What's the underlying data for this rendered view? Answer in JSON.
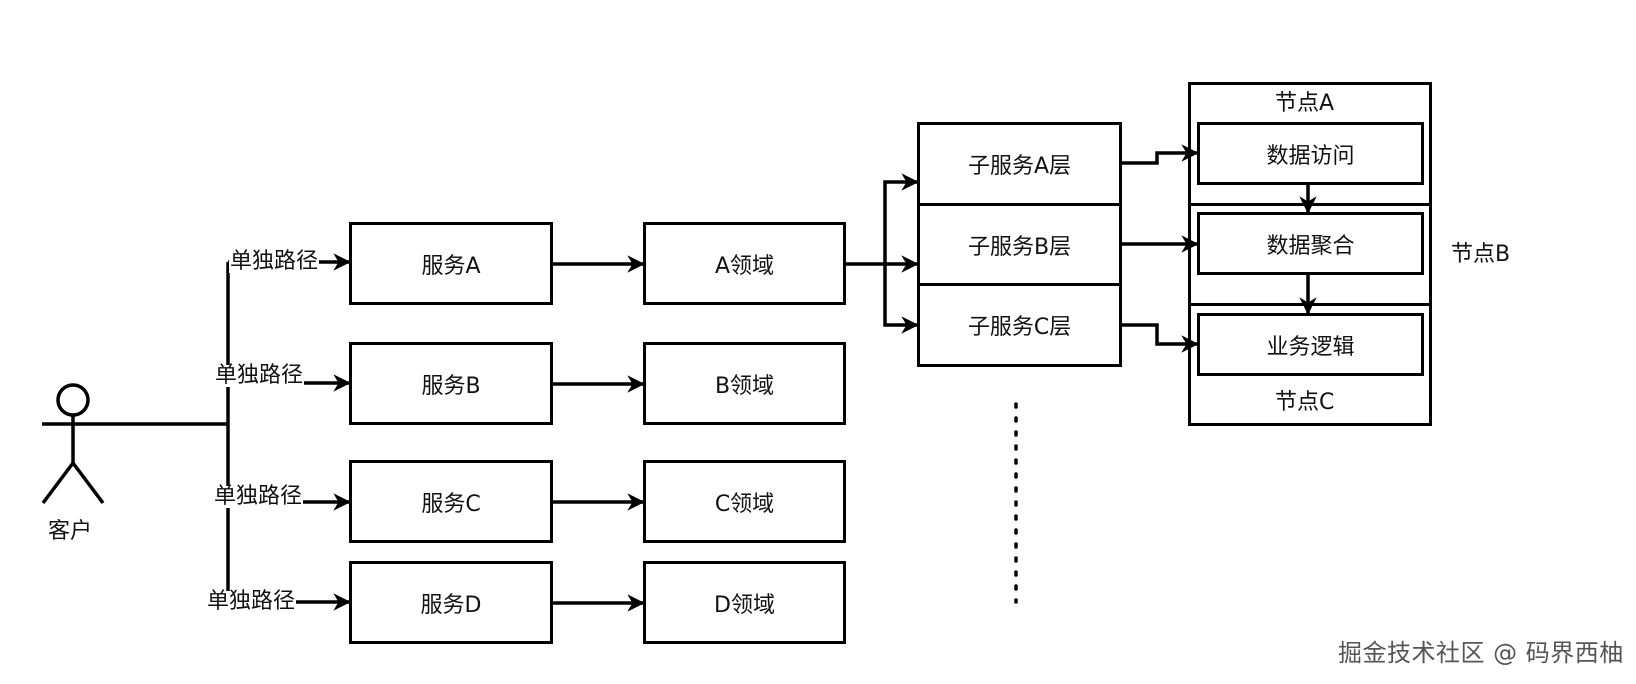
{
  "actor": {
    "label": "客户"
  },
  "paths": {
    "label": "单独路径"
  },
  "services": [
    {
      "service": "服务A",
      "domain": "A领域"
    },
    {
      "service": "服务B",
      "domain": "B领域"
    },
    {
      "service": "服务C",
      "domain": "C领域"
    },
    {
      "service": "服务D",
      "domain": "D领域"
    }
  ],
  "sub_services": [
    "子服务A层",
    "子服务B层",
    "子服务C层"
  ],
  "nodes": {
    "a": "节点A",
    "b": "节点B",
    "c": "节点C"
  },
  "node_items": [
    "数据访问",
    "数据聚合",
    "业务逻辑"
  ],
  "watermark": "掘金技术社区 @ 码界西柚",
  "colors": {
    "stroke": "#000000",
    "background": "#ffffff"
  }
}
